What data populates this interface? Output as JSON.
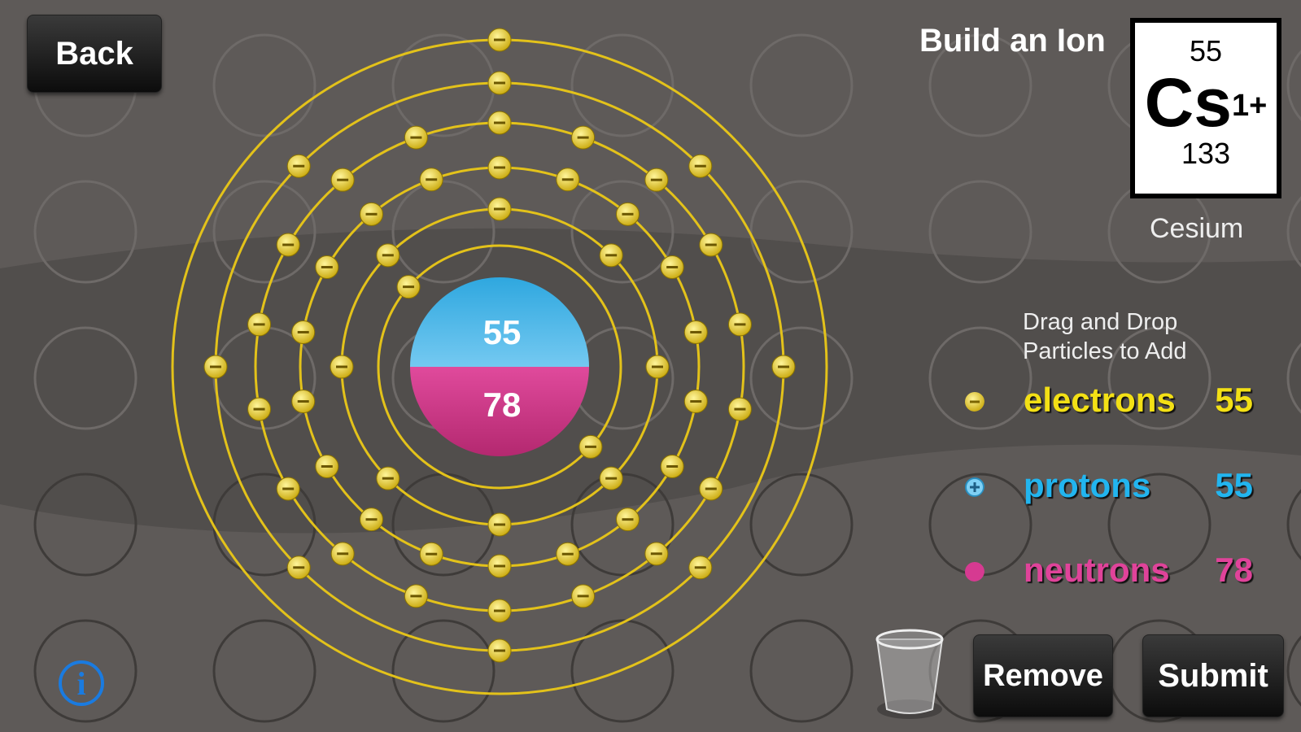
{
  "header": {
    "back_label": "Back",
    "title": "Build an Ion"
  },
  "element": {
    "atomic_number": "55",
    "symbol": "Cs",
    "charge": "1+",
    "mass_number": "133",
    "name": "Cesium"
  },
  "instructions": [
    "Drag and Drop",
    "Particles to Add"
  ],
  "particles": [
    {
      "label": "electrons",
      "count": "55",
      "color": "#f3e015"
    },
    {
      "label": "protons",
      "count": "55",
      "color": "#22b5ef"
    },
    {
      "label": "neutrons",
      "count": "78",
      "color": "#e0439a"
    }
  ],
  "nucleus": {
    "protons": "55",
    "neutrons": "78",
    "proton_color": "#4db8ea",
    "neutron_color": "#d03c8e"
  },
  "shells": [
    2,
    8,
    18,
    18,
    8,
    1
  ],
  "actions": {
    "remove_label": "Remove",
    "submit_label": "Submit"
  },
  "info_glyph": "i"
}
